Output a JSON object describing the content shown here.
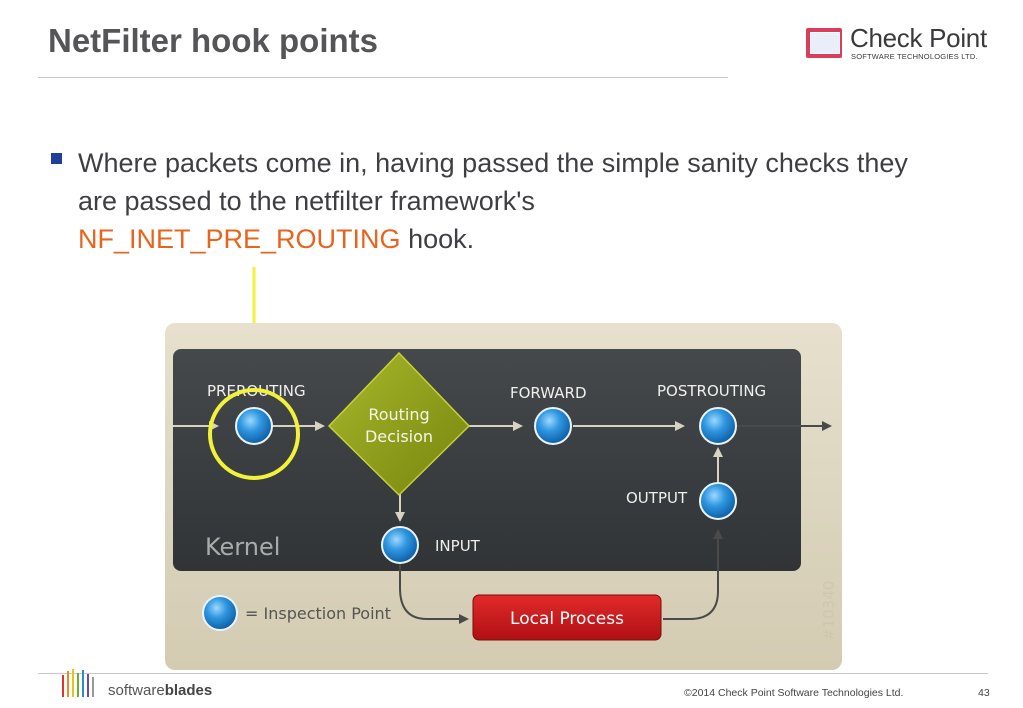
{
  "slide": {
    "title": "NetFilter hook points",
    "bullet": {
      "text_before": "Where packets come in, having passed the simple sanity checks they are passed to the netfilter framework's",
      "highlight": "NF_INET_PRE_ROUTING",
      "text_after": " hook."
    },
    "highlight_color": "#e8641d",
    "bullet_color": "#1f3f9a"
  },
  "logo": {
    "name": "Check Point",
    "subtitle": "SOFTWARE TECHNOLOGIES LTD.",
    "box_color": "#d93f5b"
  },
  "diagram": {
    "nodes": {
      "prerouting": "PREROUTING",
      "routing_decision_line1": "Routing",
      "routing_decision_line2": "Decision",
      "forward": "FORWARD",
      "postrouting": "POSTROUTING",
      "output": "OUTPUT",
      "input": "INPUT",
      "local_process": "Local Process",
      "kernel": "Kernel",
      "legend": "= Inspection Point",
      "watermark": "#10340"
    },
    "colors": {
      "kernel_panel": "#3b3e40",
      "outer_panel": "#ddd6c2",
      "diamond": "#8c9a18",
      "local_process": "#c5161b",
      "inspection_point": "#1e8ad6",
      "highlight_ring": "#f2f23c"
    }
  },
  "footer": {
    "brand_regular": "software",
    "brand_bold": "blades",
    "copyright": "©2014 Check Point Software Technologies Ltd.",
    "page": "43"
  }
}
